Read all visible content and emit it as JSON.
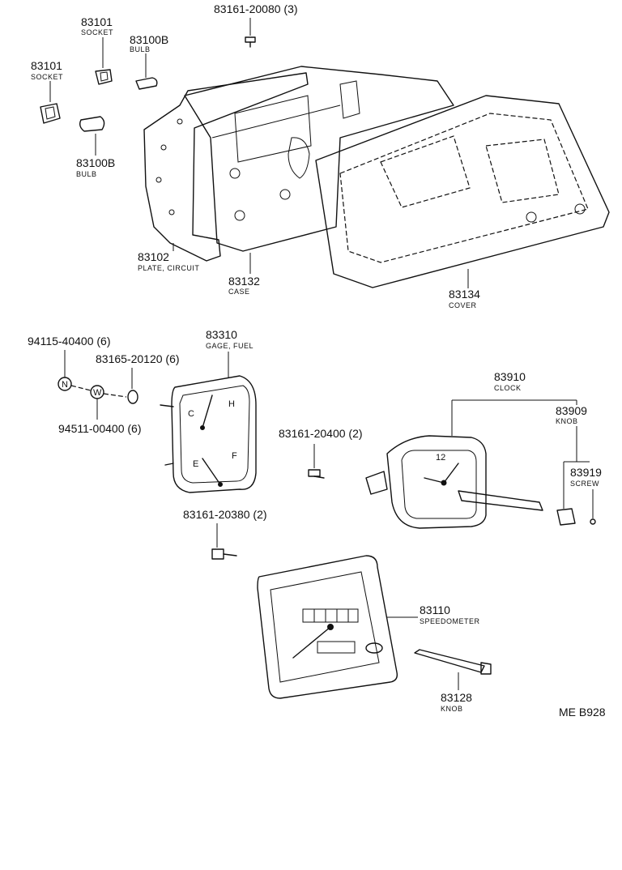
{
  "labels": {
    "screw_top": {
      "num": "83161-20080 (3)"
    },
    "socket_upper": {
      "num": "83101",
      "name": "SOCKET"
    },
    "bulb_upper": {
      "num": "83100B",
      "name": "BULB"
    },
    "socket_lower": {
      "num": "83101",
      "name": "SOCKET"
    },
    "bulb_lower": {
      "num": "83100B",
      "name": "BULB"
    },
    "plate_circuit": {
      "num": "83102",
      "name": "PLATE, CIRCUIT"
    },
    "case": {
      "num": "83132",
      "name": "CASE"
    },
    "cover": {
      "num": "83134",
      "name": "COVER"
    },
    "nut": {
      "num": "94115-40400 (6)"
    },
    "washer_83165": {
      "num": "83165-20120 (6)"
    },
    "washer_94511": {
      "num": "94511-00400 (6)"
    },
    "gage_fuel": {
      "num": "83310",
      "name": "GAGE, FUEL"
    },
    "screw_20400": {
      "num": "83161-20400 (2)"
    },
    "screw_20380": {
      "num": "83161-20380 (2)"
    },
    "clock": {
      "num": "83910",
      "name": "CLOCK"
    },
    "clock_knob": {
      "num": "83909",
      "name": "KNOB"
    },
    "clock_screw": {
      "num": "83919",
      "name": "SCREW"
    },
    "speedometer": {
      "num": "83110",
      "name": "SPEEDOMETER"
    },
    "speedo_knob": {
      "num": "83128",
      "name": "KNOB"
    }
  },
  "drawing_code": "ME B928",
  "dial_marks": {
    "gauge_c": "C",
    "gauge_h": "H",
    "gauge_e": "E",
    "gauge_f": "F",
    "nut_letter": "N",
    "washer_letter": "W",
    "clock_12": "12"
  }
}
